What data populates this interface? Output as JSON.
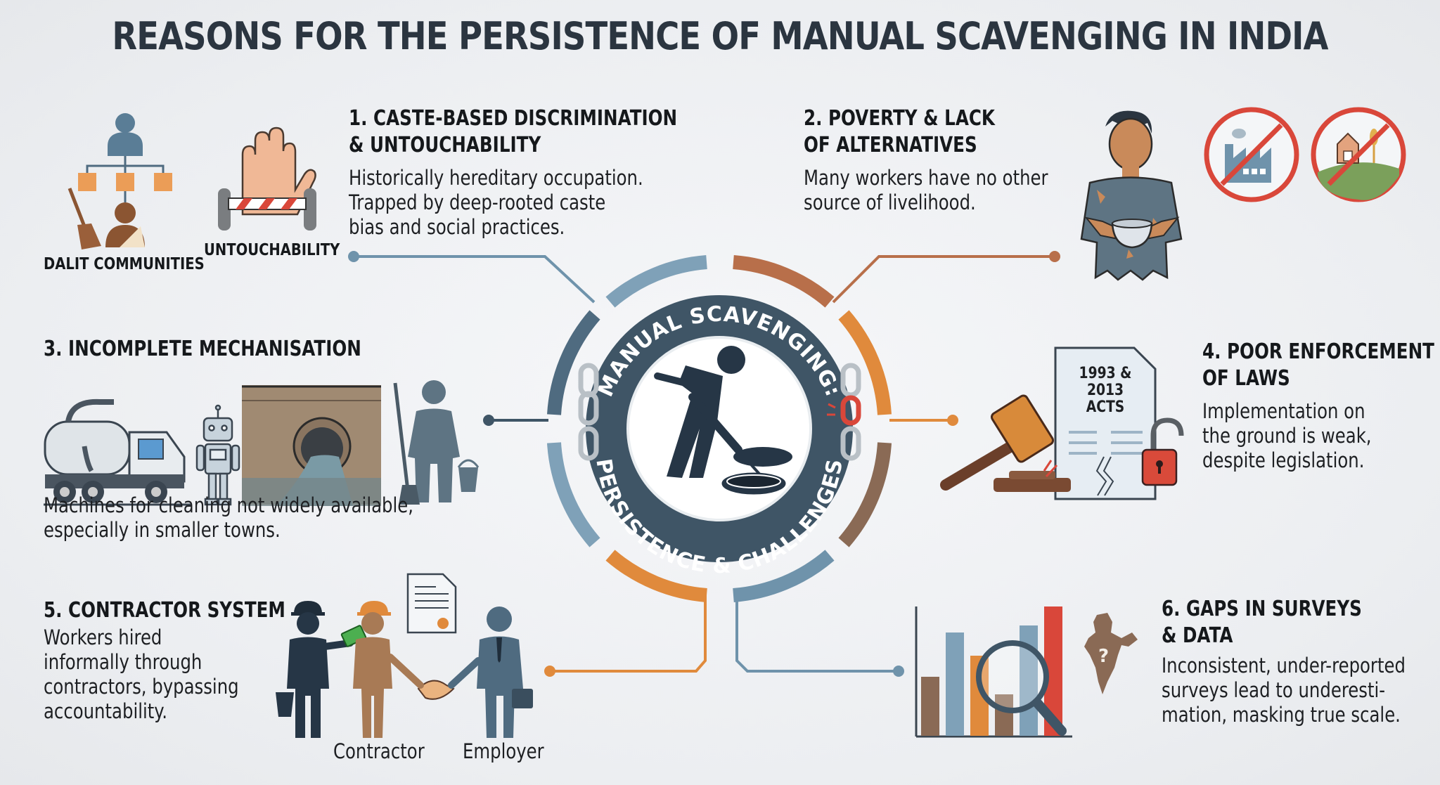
{
  "title": "REASONS FOR THE PERSISTENCE OF MANUAL SCAVENGING IN INDIA",
  "center": {
    "top_arc_text": "MANUAL SCAVENGING:",
    "bottom_arc_text": "PERSISTENCE & CHALLENGES",
    "icon": "worker-cleaning-manhole-icon"
  },
  "reasons": [
    {
      "number": "1.",
      "heading_line1": "1. CASTE-BASED DISCRIMINATION",
      "heading_line2": "& UNTOUCHABILITY",
      "body": [
        "Historically hereditary occupation.",
        "Trapped by deep-rooted caste",
        "bias and social practices."
      ],
      "illustrations": [
        {
          "icon": "caste-hierarchy-icon",
          "label": "DALIT COMMUNITIES"
        },
        {
          "icon": "stop-hand-barrier-icon",
          "label": "UNTOUCHABILITY"
        }
      ]
    },
    {
      "heading_line1": "2. POVERTY & LACK",
      "heading_line2": "OF ALTERNATIVES",
      "body": [
        "Many workers have no other",
        "source of livelihood."
      ],
      "illustrations": [
        {
          "icon": "poor-worker-with-bowl-icon"
        },
        {
          "icon": "no-factory-icon"
        },
        {
          "icon": "no-farm-icon"
        }
      ]
    },
    {
      "heading_line1": "3. INCOMPLETE MECHANISATION",
      "body": [
        "Machines for cleaning not widely available,",
        "especially in smaller towns."
      ],
      "illustrations": [
        {
          "icon": "sewage-tanker-truck-icon"
        },
        {
          "icon": "robot-icon"
        },
        {
          "icon": "overflowing-sewer-icon"
        },
        {
          "icon": "worker-with-broom-bucket-icon"
        }
      ]
    },
    {
      "heading_line1": "4. POOR ENFORCEMENT",
      "heading_line2": "OF LAWS",
      "body": [
        "Implementation on",
        "the ground is weak,",
        "despite legislation."
      ],
      "illustrations": [
        {
          "icon": "gavel-icon"
        },
        {
          "icon": "torn-document-icon",
          "label_line1": "1993 & 2013",
          "label_line2": "ACTS"
        },
        {
          "icon": "unlocked-padlock-icon"
        }
      ]
    },
    {
      "heading_line1": "5. CONTRACTOR SYSTEM",
      "body": [
        "Workers hired",
        "informally through",
        "contractors, bypassing",
        "accountability."
      ],
      "illustrations": [
        {
          "icon": "worker-receiving-cash-icon"
        },
        {
          "icon": "contract-document-icon"
        },
        {
          "icon": "handshake-icon"
        }
      ],
      "labels": [
        "Contractor",
        "Employer"
      ]
    },
    {
      "heading_line1": "6. GAPS IN SURVEYS",
      "heading_line2": "& DATA",
      "body": [
        "Inconsistent, under-reported",
        "surveys lead to underesti-",
        "mation, masking true scale."
      ],
      "illustrations": [
        {
          "icon": "bar-chart-magnifier-icon"
        },
        {
          "icon": "india-map-question-icon"
        }
      ]
    }
  ],
  "colors": {
    "slate": "#3f5566",
    "steel_blue": "#6f93ab",
    "orange": "#e08a3c",
    "rust": "#b86f4a",
    "brown": "#8a6a55",
    "red": "#d9473a",
    "dark_text": "#2b3540"
  }
}
